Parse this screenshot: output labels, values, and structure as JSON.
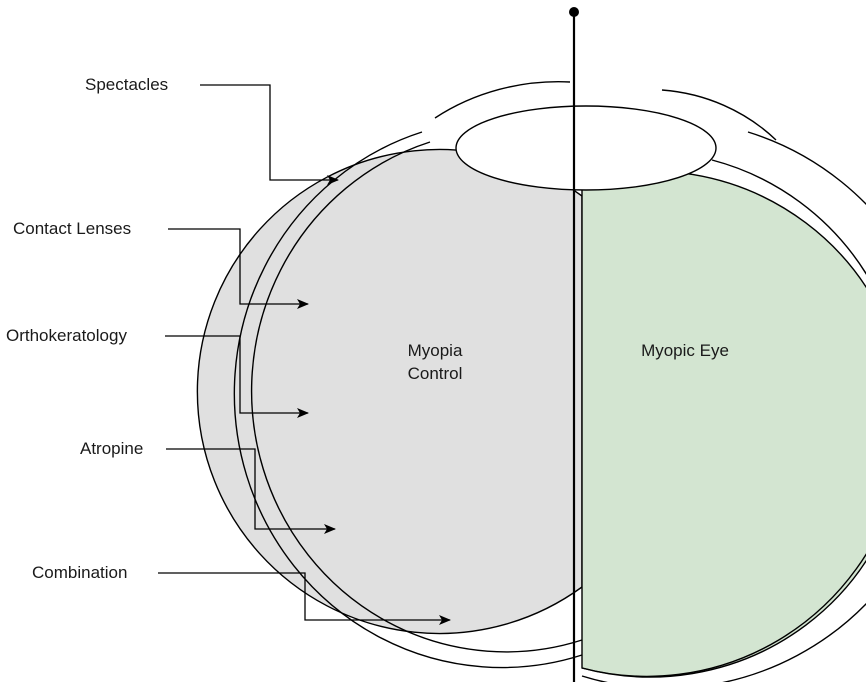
{
  "treatments": [
    {
      "label": "Spectacles"
    },
    {
      "label": "Contact Lenses"
    },
    {
      "label": "Orthokeratology"
    },
    {
      "label": "Atropine"
    },
    {
      "label": "Combination"
    }
  ],
  "regions": {
    "left": {
      "line1": "Myopia",
      "line2": "Control",
      "fill": "#e0e0e0"
    },
    "right": {
      "label": "Myopic Eye",
      "fill": "#d3e5d1"
    }
  },
  "colors": {
    "stroke": "#000000"
  }
}
